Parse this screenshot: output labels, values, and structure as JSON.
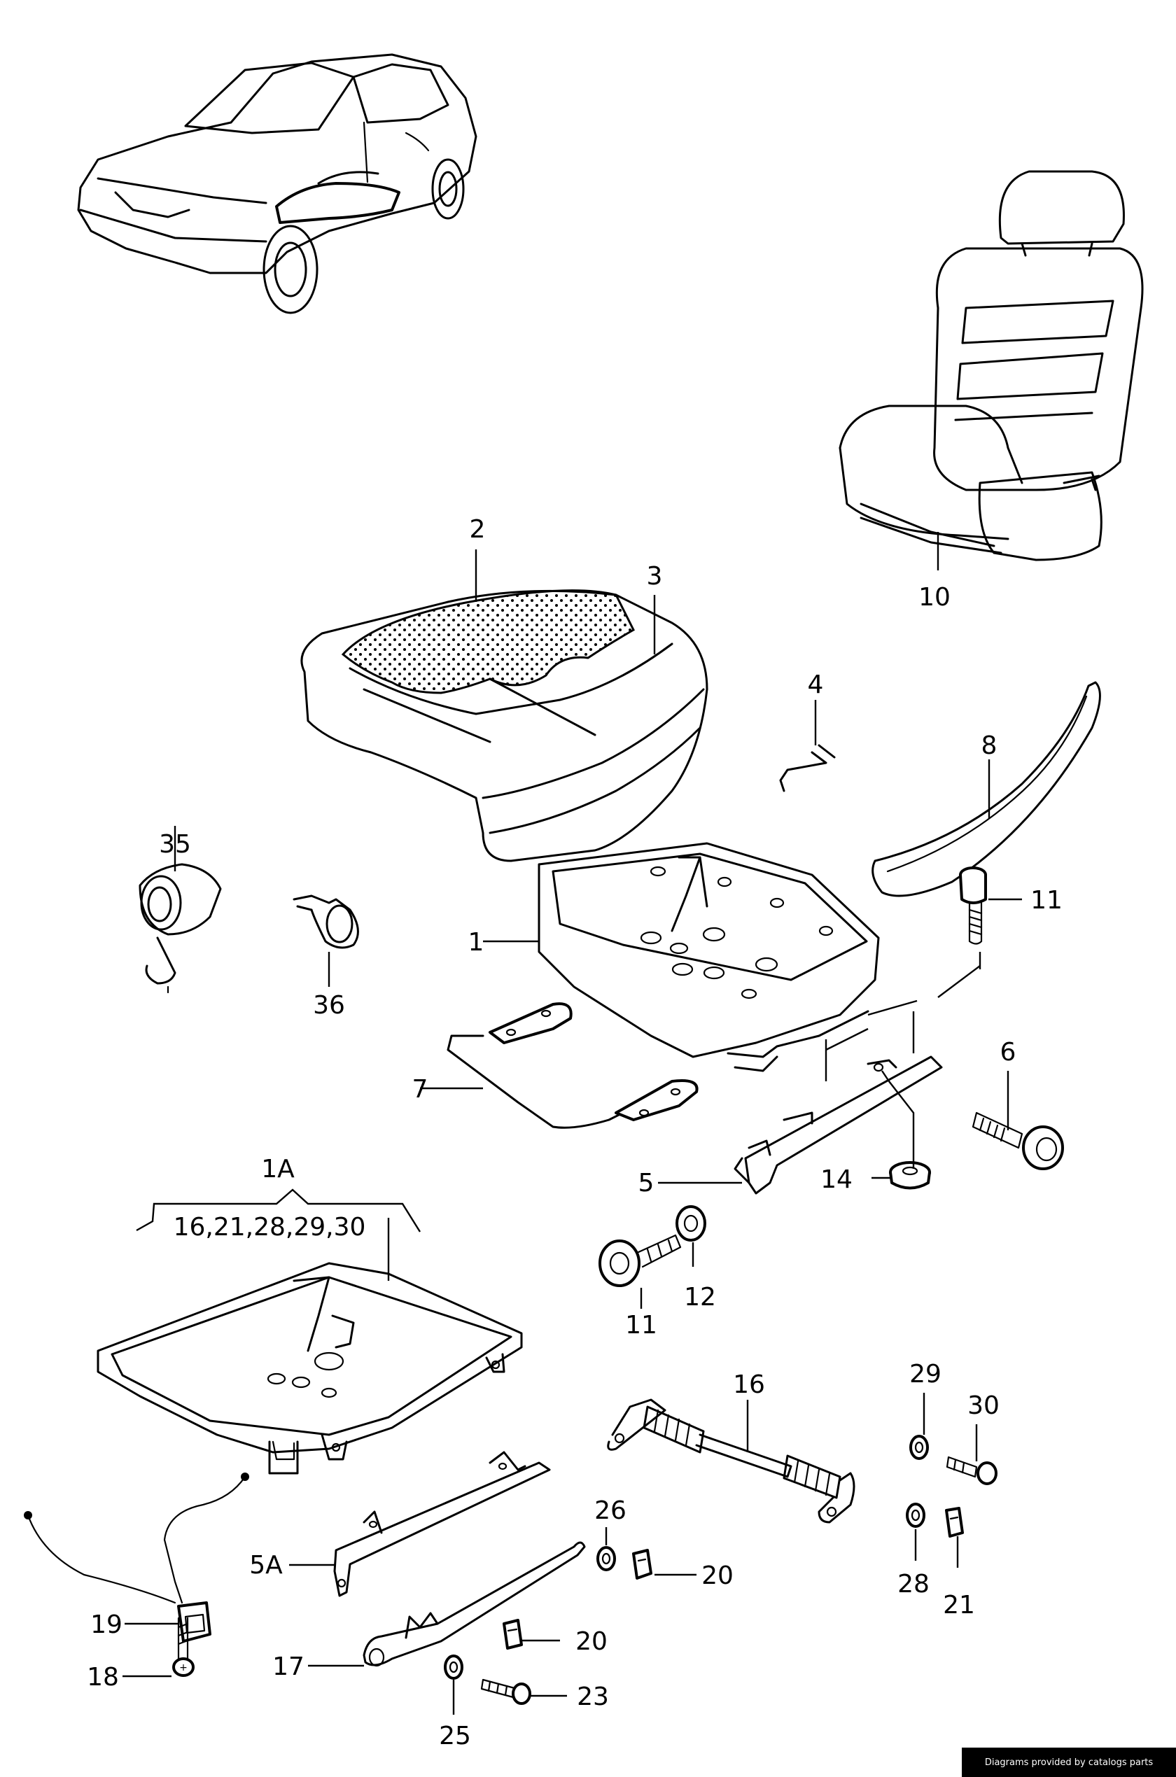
{
  "callouts": {
    "c1": "1",
    "c1a": "1A",
    "c1a_group": "16,21,28,29,30",
    "c2": "2",
    "c3": "3",
    "c4": "4",
    "c5": "5",
    "c5a": "5A",
    "c6": "6",
    "c7": "7",
    "c8": "8",
    "c10": "10",
    "c11a": "11",
    "c11b": "11",
    "c12": "12",
    "c14": "14",
    "c16": "16",
    "c17": "17",
    "c18": "18",
    "c19": "19",
    "c20a": "20",
    "c20b": "20",
    "c21": "21",
    "c23": "23",
    "c25": "25",
    "c26": "26",
    "c28": "28",
    "c29": "29",
    "c30": "30",
    "c35": "35",
    "c36": "36"
  },
  "watermark": "Diagrams provided by catalogs parts"
}
